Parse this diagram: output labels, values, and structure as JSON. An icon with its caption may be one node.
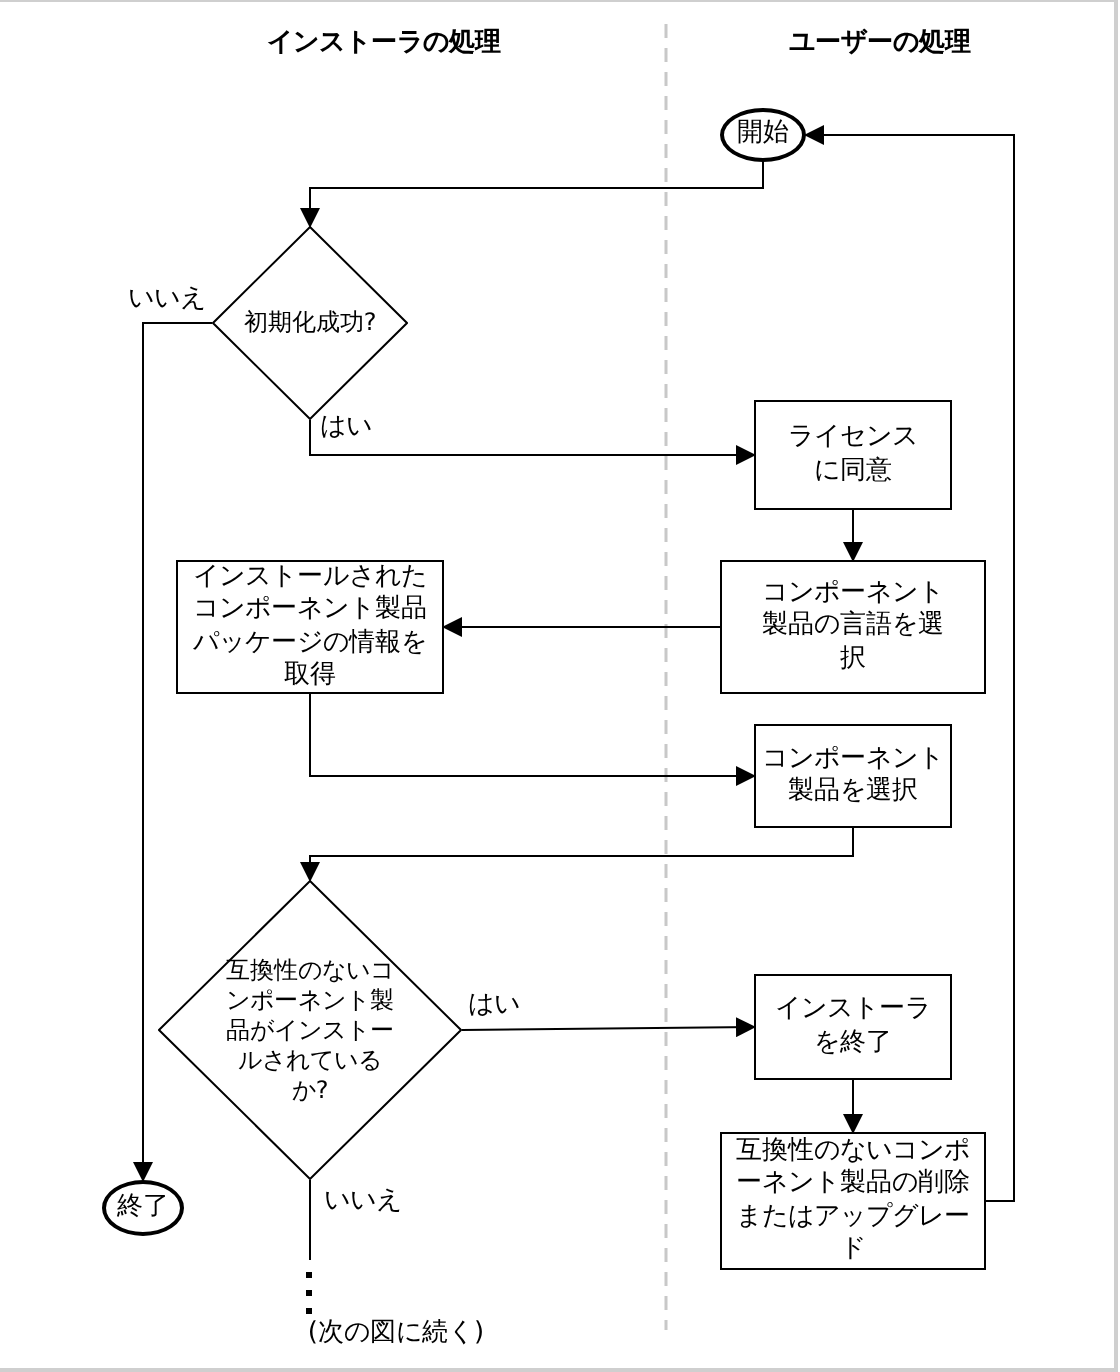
{
  "diagram": {
    "nodes": [
      {
        "text": [
          "開始"
        ]
      },
      {
        "text": [
          "初期化成功?"
        ]
      },
      {
        "text": [
          "ライセンスに同意"
        ]
      },
      {
        "text": [
          "コンポーネント製品の言語を選択"
        ]
      },
      {
        "text": [
          "インストールされたコンポーネント製品パッケージの情報を取得"
        ]
      },
      {
        "text": [
          "コンポーネント製品を選択"
        ]
      },
      {
        "text": [
          "互換性のないコンポーネント製品がインストールされているか?"
        ]
      },
      {
        "text": [
          "インストーラを終了"
        ]
      },
      {
        "text": [
          "互換性のないコンポーネント製品の削除またはアップグレード"
        ]
      },
      {
        "text": [
          "終了"
        ]
      }
    ],
    "edges": [
      {
        "from": 0,
        "to": 1,
        "arrow": "to"
      },
      {
        "from": 1,
        "to": 9,
        "arrow": "to",
        "label": "いいえ"
      },
      {
        "from": 1,
        "to": 2,
        "arrow": "to",
        "label": "はい"
      },
      {
        "from": 2,
        "to": 3,
        "arrow": "to"
      },
      {
        "from": 3,
        "to": 4,
        "arrow": "to"
      },
      {
        "from": 4,
        "to": 5,
        "arrow": "to"
      },
      {
        "from": 5,
        "to": 6,
        "arrow": "to"
      },
      {
        "from": 6,
        "to": 7,
        "arrow": "to",
        "label": "はい"
      },
      {
        "from": 7,
        "to": 8,
        "arrow": "to"
      },
      {
        "from": 8,
        "to": 0,
        "arrow": "to"
      },
      {
        "from": 6,
        "to": null,
        "arrow": "none",
        "label": "いいえ"
      }
    ],
    "labels": [
      "インストーラの処理",
      "ユーザーの処理",
      "(次の図に続く)"
    ]
  }
}
